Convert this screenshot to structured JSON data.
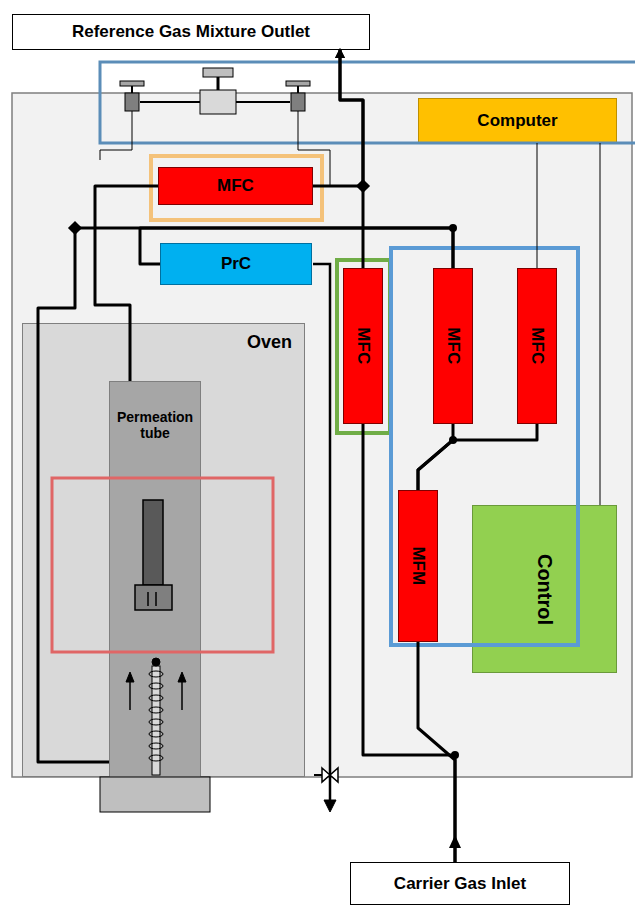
{
  "diagram": {
    "nodes": [
      {
        "text": [
          "Reference Gas Mixture Outlet"
        ]
      },
      {
        "text": [
          "Computer"
        ]
      },
      {
        "text": [
          "MFC"
        ]
      },
      {
        "text": [
          "PrC"
        ]
      },
      {
        "text": [
          "Oven"
        ]
      },
      {
        "text": [
          "Permeation tube"
        ],
        "in": 4
      },
      {
        "text": [
          "MFC"
        ]
      },
      {
        "text": [
          "MFC"
        ]
      },
      {
        "text": [
          "MFC"
        ]
      },
      {
        "text": [
          "MFM"
        ]
      },
      {
        "text": [
          "Control"
        ]
      },
      {
        "text": [
          "Carrier Gas Inlet"
        ]
      }
    ],
    "edges": [
      {
        "from": 11,
        "to": 9,
        "arrow": "none"
      },
      {
        "from": 11,
        "to": 6,
        "arrow": "none"
      },
      {
        "from": 9,
        "to": 7,
        "arrow": "none"
      },
      {
        "from": 9,
        "to": 8,
        "arrow": "none"
      },
      {
        "from": 7,
        "to": 3,
        "arrow": "none"
      },
      {
        "from": 7,
        "to": 5,
        "arrow": "none"
      },
      {
        "from": 5,
        "to": 2,
        "arrow": "none"
      },
      {
        "from": 2,
        "to": 0,
        "arrow": "to"
      },
      {
        "from": 6,
        "to": 0,
        "arrow": "to"
      }
    ]
  }
}
